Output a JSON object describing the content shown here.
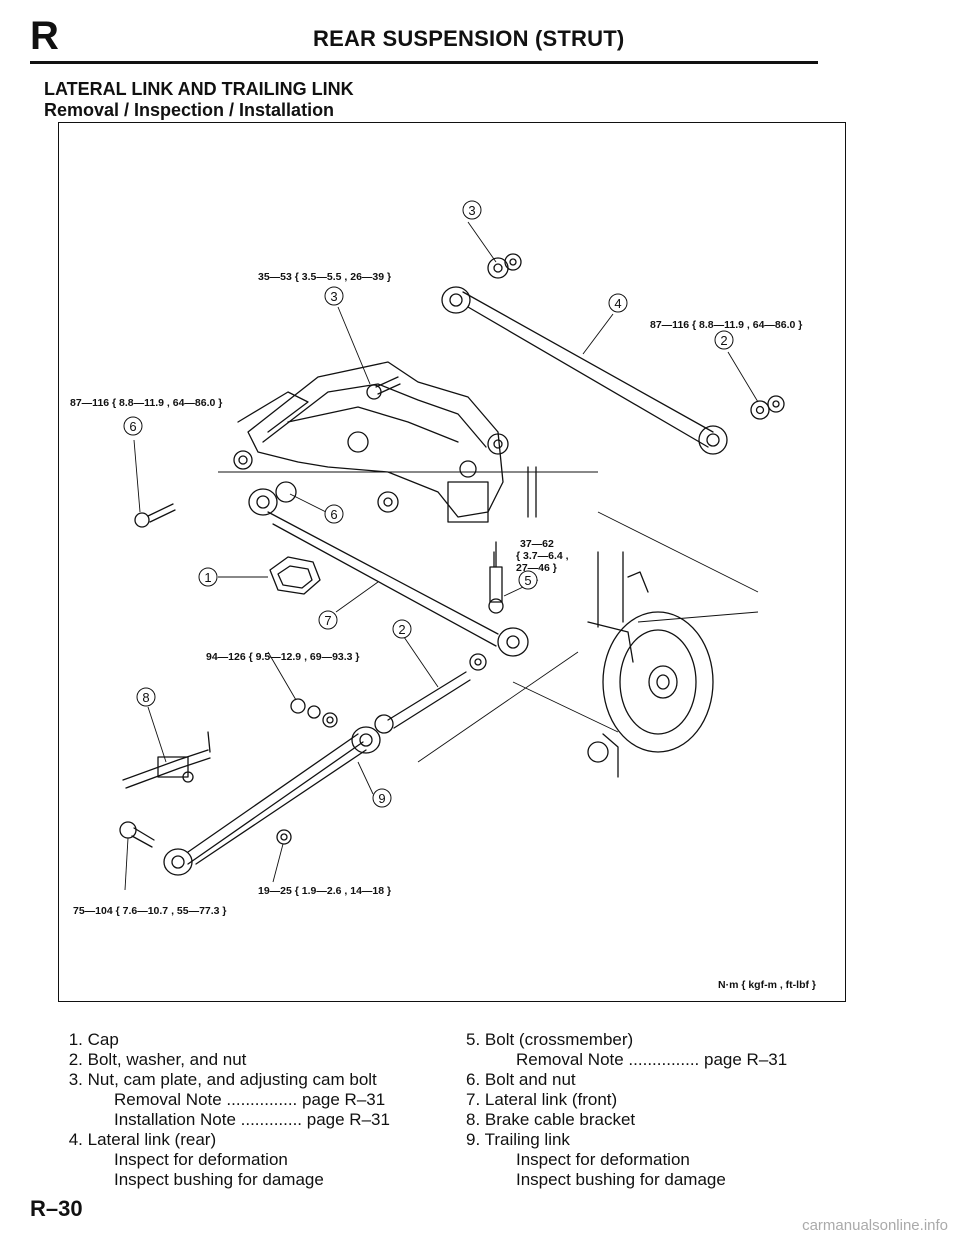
{
  "header": {
    "section_letter": "R",
    "title": "REAR SUSPENSION (STRUT)"
  },
  "section": {
    "title": "LATERAL LINK AND TRAILING LINK",
    "subtitle": "Removal / Inspection / Installation"
  },
  "diagram": {
    "torque_labels": [
      "35—53 { 3.5—5.5 , 26—39 }",
      "87—116 { 8.8—11.9 , 64—86.0 }",
      "87—116 { 8.8—11.9 , 64—86.0 }",
      "37—62",
      "{ 3.7—6.4 ,",
      "27—46 }",
      "94—126 { 9.5—12.9 , 69—93.3 }",
      "19—25 { 1.9—2.6 , 14—18 }",
      "75—104 { 7.6—10.7 , 55—77.3 }"
    ],
    "units_label": "N·m { kgf-m , ft-lbf }",
    "callouts": [
      "3",
      "3",
      "4",
      "2",
      "6",
      "6",
      "1",
      "5",
      "7",
      "2",
      "8",
      "9"
    ]
  },
  "parts_list": {
    "left": [
      {
        "line": " 1. Cap"
      },
      {
        "line": " 2. Bolt, washer, and nut"
      },
      {
        "line": " 3. Nut, cam plate, and adjusting cam bolt"
      },
      {
        "line": "Removal Note ............... page R–31",
        "indent": true
      },
      {
        "line": "Installation Note ............. page R–31",
        "indent": true
      },
      {
        "line": " 4. Lateral link (rear)"
      },
      {
        "line": "Inspect for deformation",
        "indent": true
      },
      {
        "line": "Inspect bushing for damage",
        "indent": true
      }
    ],
    "right": [
      {
        "line": "5. Bolt (crossmember)"
      },
      {
        "line": "Removal Note ............... page R–31",
        "indent": true
      },
      {
        "line": "6. Bolt and nut"
      },
      {
        "line": "7. Lateral link (front)"
      },
      {
        "line": "8. Brake cable bracket"
      },
      {
        "line": "9. Trailing link"
      },
      {
        "line": "Inspect for deformation",
        "indent": true
      },
      {
        "line": "Inspect bushing for damage",
        "indent": true
      }
    ]
  },
  "footer": {
    "page_number": "R–30",
    "watermark": "carmanualsonline.info"
  }
}
